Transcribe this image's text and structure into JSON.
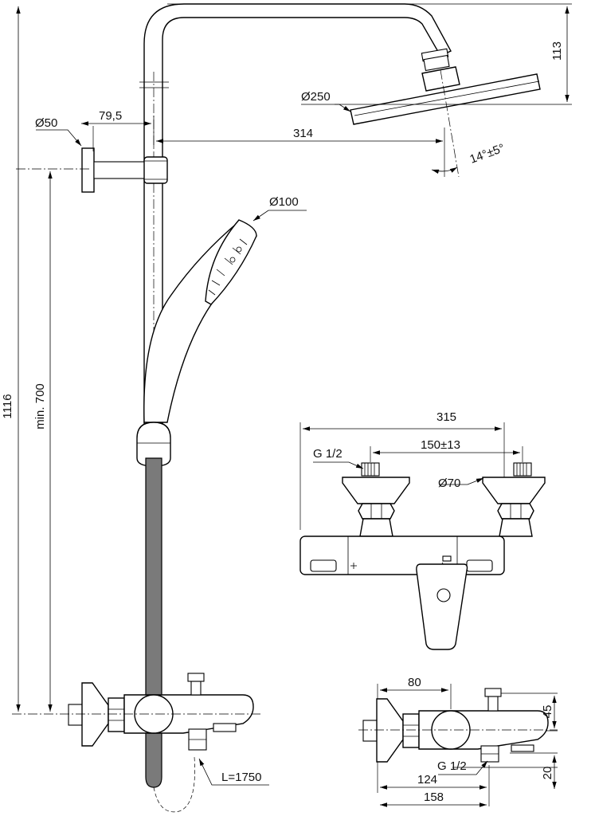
{
  "dimensions": {
    "height_total": "1116",
    "min_height": "min. 700",
    "overhead_drop": "113",
    "wall_flange_dia": "Ø50",
    "wall_offset": "79,5",
    "arm_reach": "314",
    "head_dia": "Ø250",
    "head_angle": "14°±5°",
    "hand_shower_dia": "Ø100",
    "hose_length": "L=1750",
    "mixer_width": "315",
    "inlet_thread": "G 1/2",
    "inlet_spacing": "150±13",
    "escutcheon_dia": "Ø70",
    "side_depth_top": "80",
    "side_height_top": "45",
    "side_outlet_thread": "G 1/2",
    "side_depth_124": "124",
    "side_height_bottom": "20",
    "side_depth_158": "158"
  },
  "colors": {
    "line": "#000000",
    "hose_fill": "#7a7a7a",
    "background": "#ffffff"
  }
}
